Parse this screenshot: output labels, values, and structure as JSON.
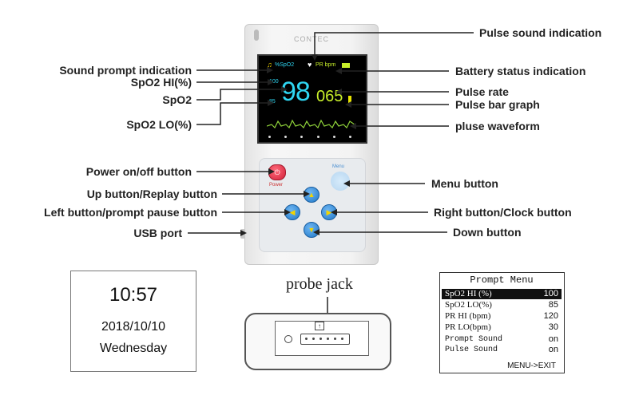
{
  "device": {
    "brand": "CONTEC",
    "screen": {
      "spo2_label": "%SpO2",
      "pr_label": "PR bpm",
      "spo2_value": "98",
      "pr_value": "065",
      "hi_limit": "100",
      "lo_limit": "85"
    },
    "power_text": "Power",
    "menu_text": "Menu"
  },
  "labels": {
    "pulse_sound": "Pulse sound indication",
    "sound_prompt": "Sound prompt indication",
    "battery": "Battery status indication",
    "spo2_hi": "SpO2 HI(%)",
    "pulse_rate": "Pulse rate",
    "spo2": "SpO2",
    "pulse_bar": "Pulse bar graph",
    "spo2_lo": "SpO2 LO(%)",
    "waveform": "pluse waveform",
    "power": "Power on/off button",
    "menu": "Menu button",
    "up": "Up button/Replay button",
    "left": "Left button/prompt pause button",
    "right": "Right button/Clock button",
    "usb": "USB port",
    "down": "Down button"
  },
  "clock": {
    "time": "10:57",
    "date": "2018/10/10",
    "day": "Wednesday"
  },
  "probe": {
    "title": "probe jack"
  },
  "prompt_menu": {
    "title": "Prompt Menu",
    "rows": [
      {
        "key": "SpO2 HI (%)",
        "value": "100"
      },
      {
        "key": "SpO2 LO(%)",
        "value": "85"
      },
      {
        "key": "PR HI (bpm)",
        "value": "120"
      },
      {
        "key": "PR LO(bpm)",
        "value": "30"
      },
      {
        "key": "Prompt Sound",
        "value": "on"
      },
      {
        "key": "Pulse Sound",
        "value": "on"
      }
    ],
    "footer": "MENU->EXIT"
  },
  "colors": {
    "spo2": "#2fd6f2",
    "pulse_rate": "#c8ef2a",
    "waveform": "#8fd23a",
    "power_button": "#d2213a",
    "arrow_buttons": "#1f78c8"
  }
}
